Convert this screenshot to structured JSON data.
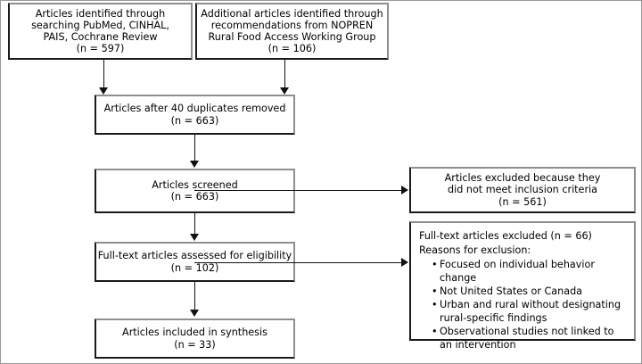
{
  "diagram": {
    "type": "prisma-flow-diagram",
    "sources": [
      {
        "id": "database-search",
        "lines": [
          "Articles identified through",
          "searching PubMed, CINHAL,",
          "PAIS, Cochrane Review",
          "(n = 597)"
        ]
      },
      {
        "id": "other-sources",
        "lines": [
          "Additional articles identified through",
          "recommendations from NOPREN",
          "Rural Food Access Working Group",
          "(n = 106)"
        ]
      }
    ],
    "stages": [
      {
        "id": "duplicates-removed",
        "lines": [
          "Articles after 40 duplicates removed",
          "(n = 663)"
        ]
      },
      {
        "id": "screened",
        "lines": [
          "Articles screened",
          "(n = 663)"
        ]
      },
      {
        "id": "eligibility",
        "lines": [
          "Full-text articles assessed for eligibility",
          "(n = 102)"
        ]
      },
      {
        "id": "included",
        "lines": [
          "Articles included in synthesis",
          "(n = 33)"
        ]
      }
    ],
    "exclusions": [
      {
        "id": "screening-excluded",
        "lines": [
          "Articles excluded because they",
          "did not meet inclusion criteria",
          "(n = 561)"
        ]
      },
      {
        "id": "fulltext-excluded",
        "heading": "Full-text articles excluded (n = 66)",
        "subheading": "Reasons for exclusion:",
        "reasons": [
          {
            "line1": "Focused on individual behavior change",
            "line2": ""
          },
          {
            "line1": "Not United States or Canada",
            "line2": ""
          },
          {
            "line1": "Urban and rural without designating",
            "line2": "rural-specific findings"
          },
          {
            "line1": "Observational studies not linked to",
            "line2": "an intervention"
          }
        ]
      }
    ],
    "colors": {
      "background": "#ffffff",
      "text": "#000000",
      "border_dark": "#1a1a1a",
      "border_light": "#8e8e8e",
      "connector": "#111111"
    }
  }
}
